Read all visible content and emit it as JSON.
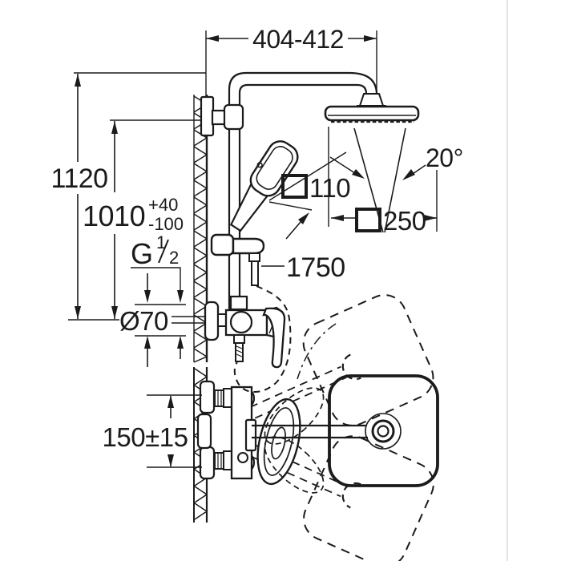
{
  "drawing": {
    "kind": "shower-system-installation-diagram",
    "background": "#ffffff",
    "line_color": "#1b1b1b",
    "border_color": "#e2e4e5",
    "labels": {
      "width_range": "404-412",
      "total_height": "1120",
      "adjust_height": "1010",
      "adjust_plus": "+40",
      "adjust_minus": "-100",
      "angle": "20°",
      "hand_spray_size": "110",
      "head_spray_size": "250",
      "hose_length": "1750",
      "thread_letter": "G",
      "thread_numerator": "1",
      "thread_denominator": "2",
      "rosette_diameter": "Ø70",
      "connection_distance": "150±15"
    }
  }
}
